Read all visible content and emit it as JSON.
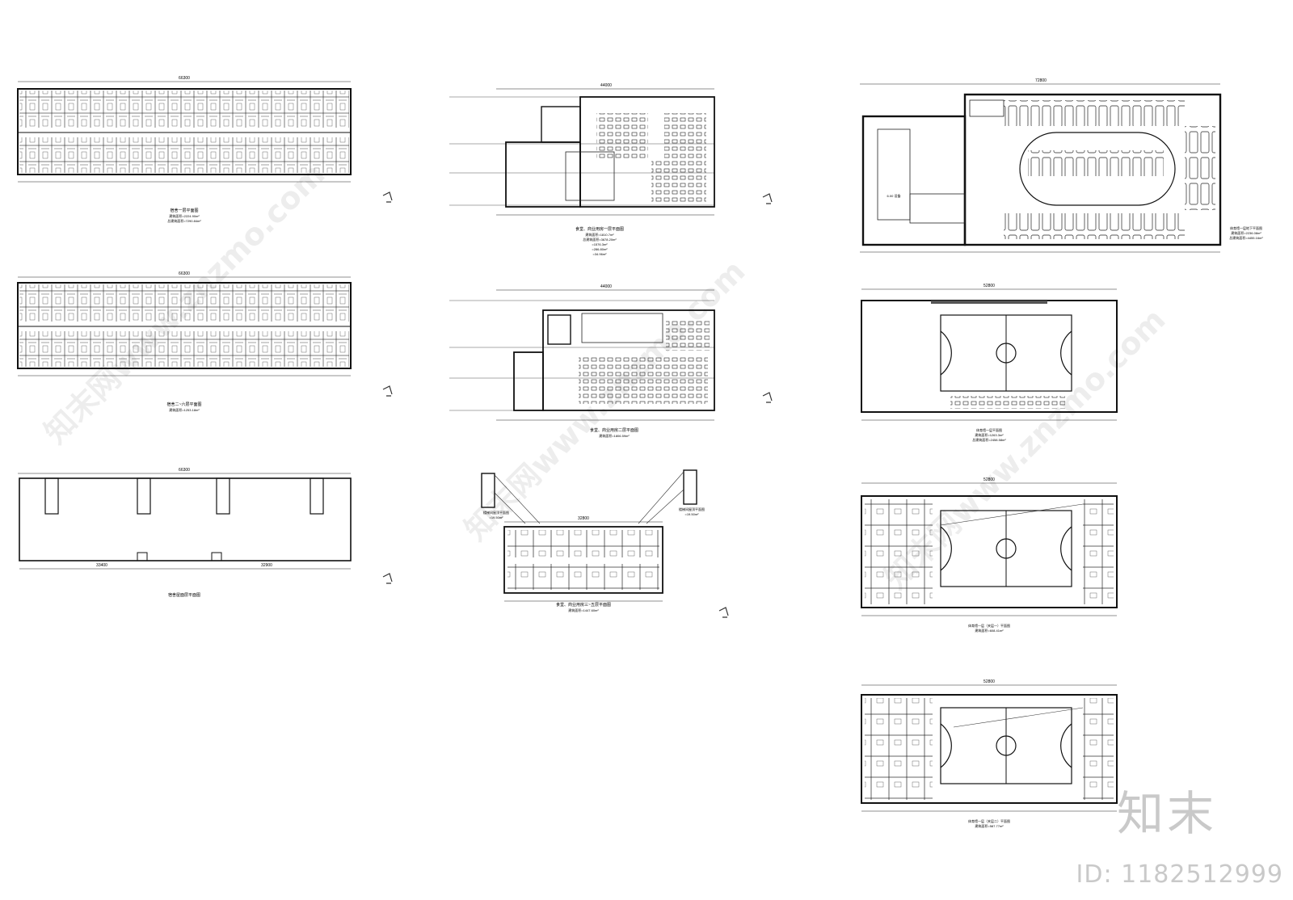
{
  "watermark": {
    "logo": "知末",
    "id_label": "ID: 1182512999",
    "site": "知末网www.znzmo.com"
  },
  "plans": {
    "a1": {
      "total": "66300",
      "title": "宿舍一层平面图",
      "area1": "建筑面积=2224.90m²",
      "area2": "总建筑面积=7290.84m²"
    },
    "a2": {
      "total": "66300",
      "title": "宿舍二~六层平面图",
      "area1": "建筑面积=1253.18m²"
    },
    "a3": {
      "total": "66300",
      "title": "宿舍屋面层平面图",
      "seg1": "33400",
      "seg2": "32900"
    },
    "b1": {
      "total": "44000",
      "title": "食堂、商业用房一层平面图",
      "area1": "建筑面积=1810.7m²",
      "area2": "总建筑面积=3678.20m²",
      "area3": "=1576.3m²",
      "area4": "=286.80m²",
      "area5": "=34.96m²"
    },
    "b2": {
      "total": "44000",
      "title": "食堂、商业用房二层平面图",
      "area1": "建筑面积=1806.59m²"
    },
    "b3": {
      "total": "32800",
      "title": "食堂、商业用房三~五层平面图",
      "area1": "建筑面积=1447.60m²",
      "stair_l": "楼梯间屋顶平面图",
      "stair_l_area": "=19.50m²",
      "stair_r": "楼梯间屋顶平面图",
      "stair_r_area": "=19.50m²"
    },
    "c1": {
      "total": "72800",
      "title": "体育馆一层地下平面图",
      "area1": "建筑面积=2236.08m²",
      "area2": "总建筑面积=4455.16m²",
      "room_label": "6.00 设备"
    },
    "c2": {
      "total": "52800",
      "title": "体育馆一层平面图",
      "area1": "建筑面积=1263.3m²",
      "area2": "总建筑面积=2458.58m²"
    },
    "c3": {
      "total": "52800",
      "title": "体育馆一层（夹层一）平面图",
      "area1": "建筑面积=608.41m²"
    },
    "c4": {
      "total": "52800",
      "title": "体育馆一层（夹层二）平面图",
      "area1": "建筑面积=587.77m²"
    }
  }
}
